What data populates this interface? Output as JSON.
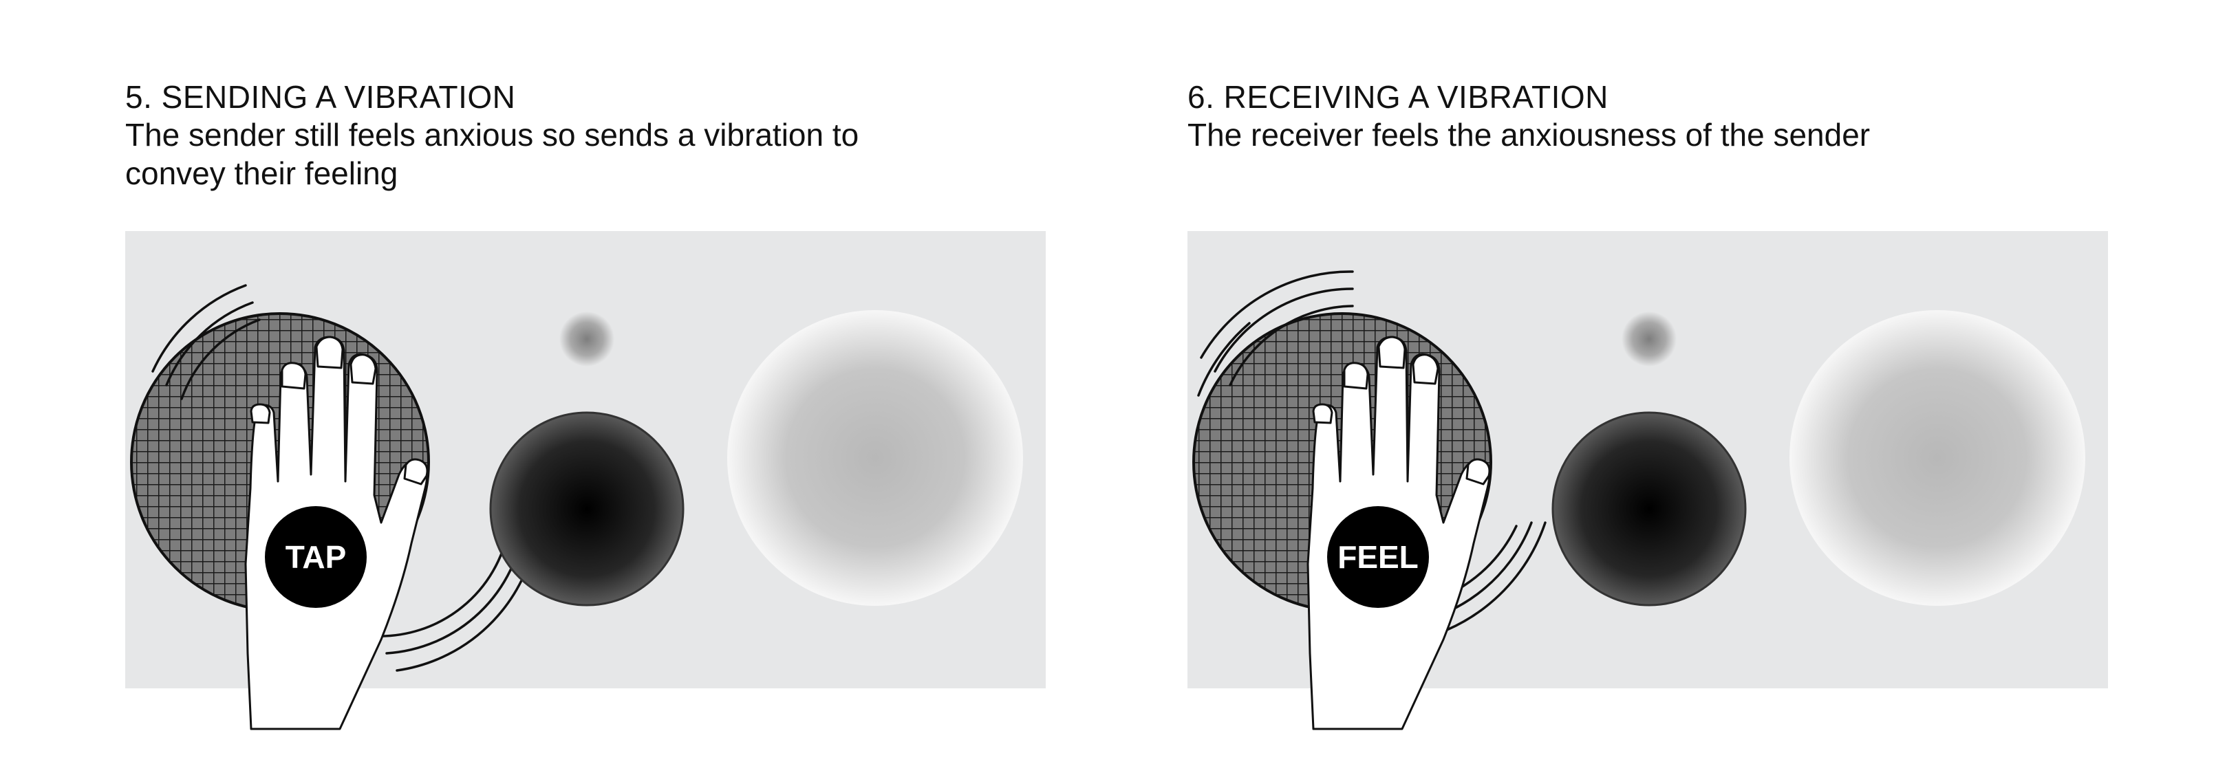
{
  "steps": [
    {
      "heading": "5. SENDING A VIBRATION",
      "description": "The sender still feels anxious so sends a vibration to convey their feeling",
      "badge_label": "TAP"
    },
    {
      "heading": "6. RECEIVING A VIBRATION",
      "description": "The receiver feels the anxiousness of the sender",
      "badge_label": "FEEL"
    }
  ],
  "colors": {
    "device_body": "#e6e7e8",
    "grille": "#7d7d7d",
    "dark_knob": "#000000",
    "light_dome": "#c4c4c4"
  },
  "icons": [
    "hand-icon",
    "vibration-waves-icon",
    "indicator-light-icon"
  ]
}
